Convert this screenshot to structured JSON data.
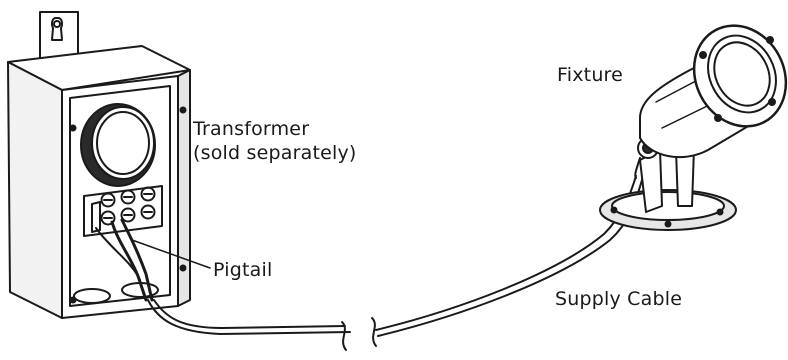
{
  "labels": {
    "transformer_line1": "Transformer",
    "transformer_line2": "(sold separately)",
    "pigtail": "Pigtail",
    "fixture": "Fixture",
    "supply_cable": "Supply Cable"
  },
  "colors": {
    "stroke": "#1a1a1a",
    "fill_light": "#ffffff",
    "fill_shade": "#e6e6e6",
    "fill_dark": "#2a2a2a"
  }
}
